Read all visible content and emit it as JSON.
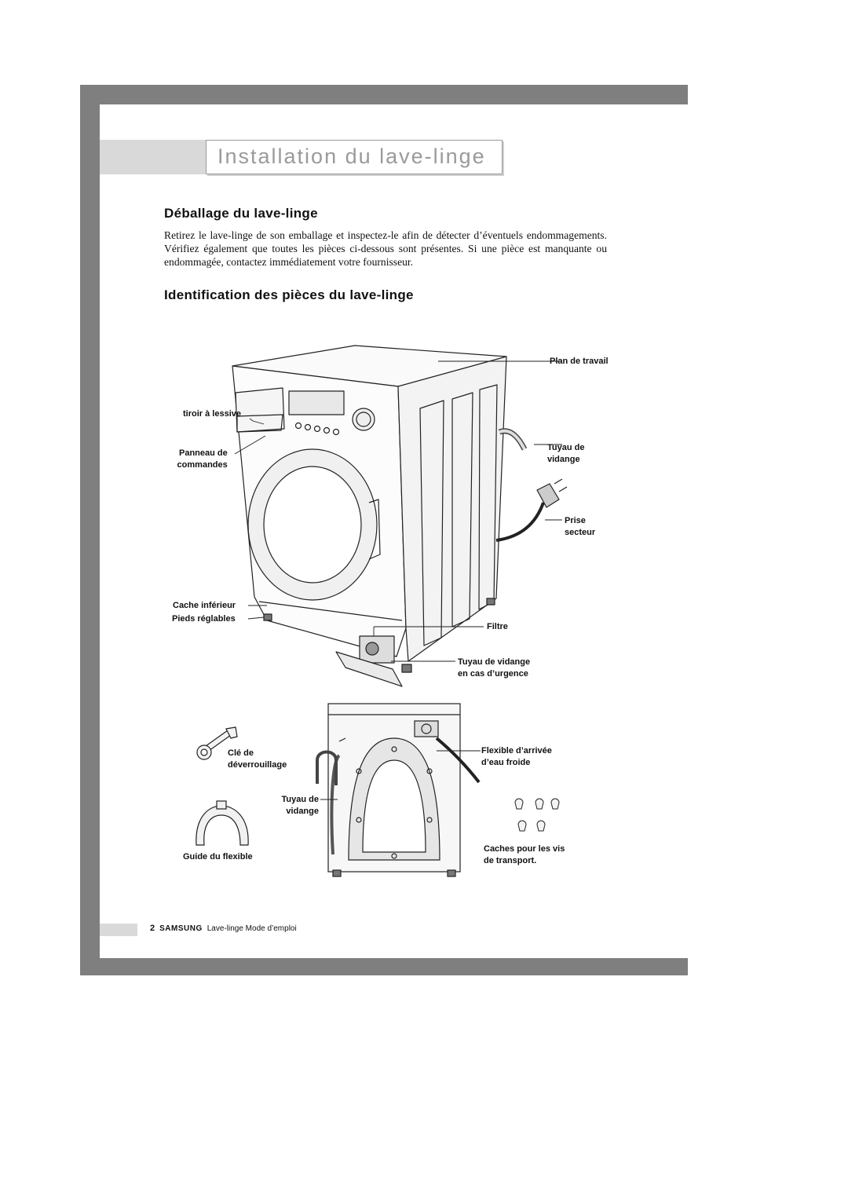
{
  "page": {
    "title": "Installation du lave-linge"
  },
  "unpacking": {
    "heading": "Déballage du lave-linge",
    "text": "Retirez le lave-linge de son emballage et inspectez-le afin de détecter d’éventuels endommagements. Vérifiez également que toutes les pièces ci-dessous sont présentes. Si une pièce est manquante ou endommagée, contactez immédiatement votre fournisseur."
  },
  "parts": {
    "heading": "Identification des pièces du lave-linge",
    "labels": {
      "plan_de_travail": "Plan de travail",
      "tiroir_line1": "tiroir à lessive",
      "panneau_line1": "Panneau de",
      "panneau_line2": "commandes",
      "tuyau_vidange_line1": "Tuyau de",
      "tuyau_vidange_line2": "vidange",
      "prise_line1": "Prise",
      "prise_line2": "secteur",
      "cache_inferieur": "Cache inférieur",
      "pieds_reglables": "Pieds réglables",
      "filtre": "Filtre",
      "urgence_line1": "Tuyau de vidange",
      "urgence_line2": "en cas d’urgence"
    }
  },
  "accessories": {
    "cle_line1": "Clé de",
    "cle_line2": "déverrouillage",
    "tuyau_line1": "Tuyau de",
    "tuyau_line2": "vidange",
    "guide": "Guide du flexible",
    "flexible_line1": "Flexible d’arrivée",
    "flexible_line2": "d’eau froide",
    "caches_line1": "Caches pour les vis",
    "caches_line2": "de transport."
  },
  "footer": {
    "page_number": "2",
    "brand": "SAMSUNG",
    "manual": "Lave-linge Mode d’emploi"
  },
  "colors": {
    "frame": "#7f7f7f",
    "band": "#d9d9d9",
    "title_text": "#9a9a9a"
  }
}
